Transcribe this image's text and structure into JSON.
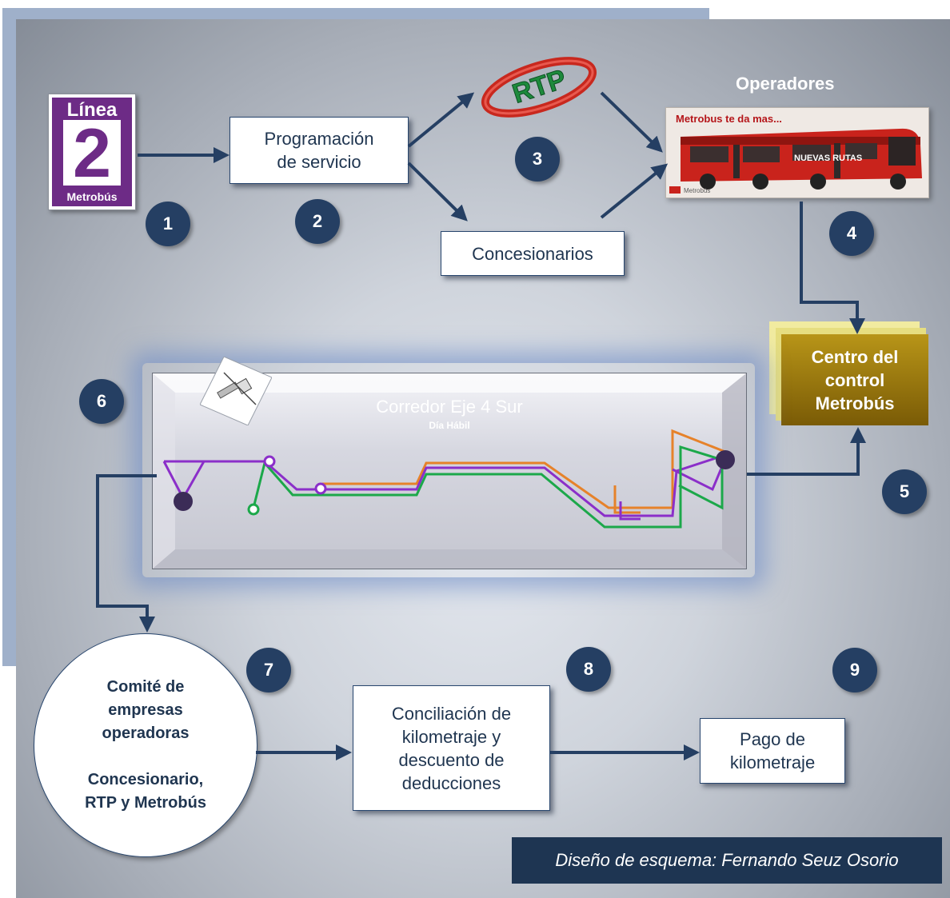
{
  "logo_linea2": {
    "top": "Línea",
    "number": "2",
    "bottom": "Metrobús"
  },
  "rtp_logo": "RTP",
  "boxes": {
    "programacion": [
      "Programación",
      "de servicio"
    ],
    "concesionarios": "Concesionarios",
    "conciliacion": [
      "Conciliación de",
      "kilometraje y",
      "descuento de",
      "deducciones"
    ],
    "pago": [
      "Pago de",
      "kilometraje"
    ]
  },
  "operadores_label": "Operadores",
  "bus_photo": {
    "slogan": "Metrobus te da mas...",
    "route_sign": "NUEVAS RUTAS",
    "brand": "Metrobús"
  },
  "centro": [
    "Centro del",
    "control",
    "Metrobús"
  ],
  "map": {
    "title": "Corredor Eje 4 Sur",
    "subtitle": "Día Hábil"
  },
  "comite": {
    "line1": [
      "Comité de",
      "empresas",
      "operadoras"
    ],
    "line2": [
      "Concesionario,",
      "RTP y Metrobús"
    ]
  },
  "step_numbers": [
    "1",
    "2",
    "3",
    "4",
    "5",
    "6",
    "7",
    "8",
    "9"
  ],
  "credit": "Diseño de esquema: Fernando Seuz Osorio",
  "colors": {
    "arrow": "#253f63",
    "badge": "#253f63",
    "purple": "#8b2fc9",
    "orange": "#e6822a",
    "green": "#1ca84a",
    "gold": "#9c7a0f"
  }
}
